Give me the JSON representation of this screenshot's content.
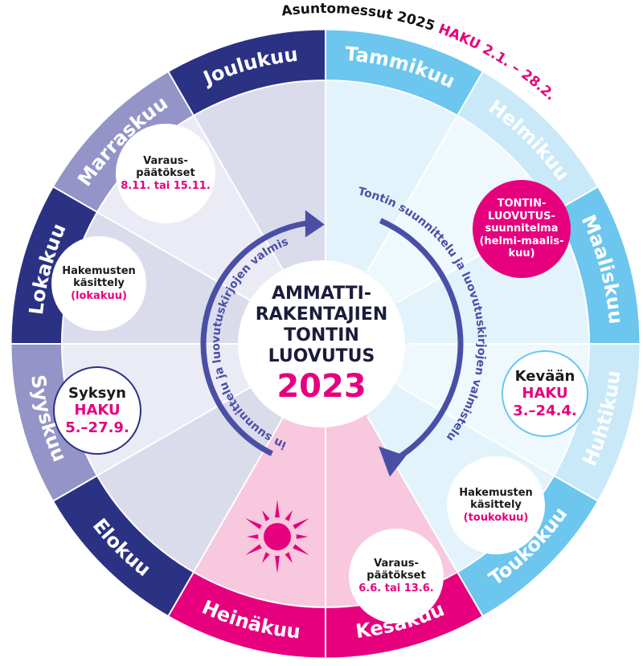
{
  "header": {
    "event": "Asuntomessut 2025",
    "haku": "HAKU 2.1. – 28.2."
  },
  "months": [
    {
      "name": "Tammikuu",
      "band": "#6cc6ee",
      "sector": "#e3f3fc"
    },
    {
      "name": "Helmikuu",
      "band": "#c9e9f8",
      "sector": "#eef8fd"
    },
    {
      "name": "Maaliskuu",
      "band": "#6cc6ee",
      "sector": "#e3f3fc"
    },
    {
      "name": "Huhtikuu",
      "band": "#c9e9f8",
      "sector": "#eef8fd"
    },
    {
      "name": "Toukokuu",
      "band": "#6cc6ee",
      "sector": "#e3f3fc"
    },
    {
      "name": "Kesäkuu",
      "band": "#e6007e",
      "sector": "#f8c8de"
    },
    {
      "name": "Heinäkuu",
      "band": "#e6007e",
      "sector": "#f8c8de"
    },
    {
      "name": "Elokuu",
      "band": "#2b3284",
      "sector": "#dadcec"
    },
    {
      "name": "Syyskuu",
      "band": "#9494c8",
      "sector": "#ebebf5"
    },
    {
      "name": "Lokakuu",
      "band": "#2b3284",
      "sector": "#dadcec"
    },
    {
      "name": "Marraskuu",
      "band": "#9494c8",
      "sector": "#ebebf5"
    },
    {
      "name": "Joulukuu",
      "band": "#2b3284",
      "sector": "#dadcec"
    }
  ],
  "center": {
    "title_lines": [
      "AMMATTI-",
      "RAKENTAJIEN",
      "TONTIN",
      "LUOVUTUS"
    ],
    "year": "2023"
  },
  "arrows": {
    "text": "Tontin suunnittelu ja luovutuskirjojen valmistelu",
    "color": "#4a4fa6"
  },
  "bubbles": {
    "tontinluovutus": {
      "lines": [
        "TONTIN-",
        "LUOVUTUS-",
        "suunnitelma",
        "(helmi-maalis-",
        "kuu)"
      ]
    },
    "kevaan_haku": {
      "line1": "Kevään",
      "line2": "HAKU",
      "line3": "3.–24.4."
    },
    "hakemusten_toukokuu": {
      "line1": "Hakemusten",
      "line2": "käsittely",
      "line3": "(toukokuu)"
    },
    "varaus_kesakuu": {
      "line1": "Varaus-",
      "line2": "päätökset",
      "line3": "6.6. tai 13.6."
    },
    "syksyn_haku": {
      "line1": "Syksyn",
      "line2": "HAKU",
      "line3": "5.–27.9."
    },
    "hakemusten_lokakuu": {
      "line1": "Hakemusten",
      "line2": "käsittely",
      "line3": "(lokakuu)"
    },
    "varaus_marraskuu": {
      "line1": "Varaus-",
      "line2": "päätökset",
      "line3": "8.11. tai 15.11."
    }
  },
  "sun_color": "#e6007e"
}
